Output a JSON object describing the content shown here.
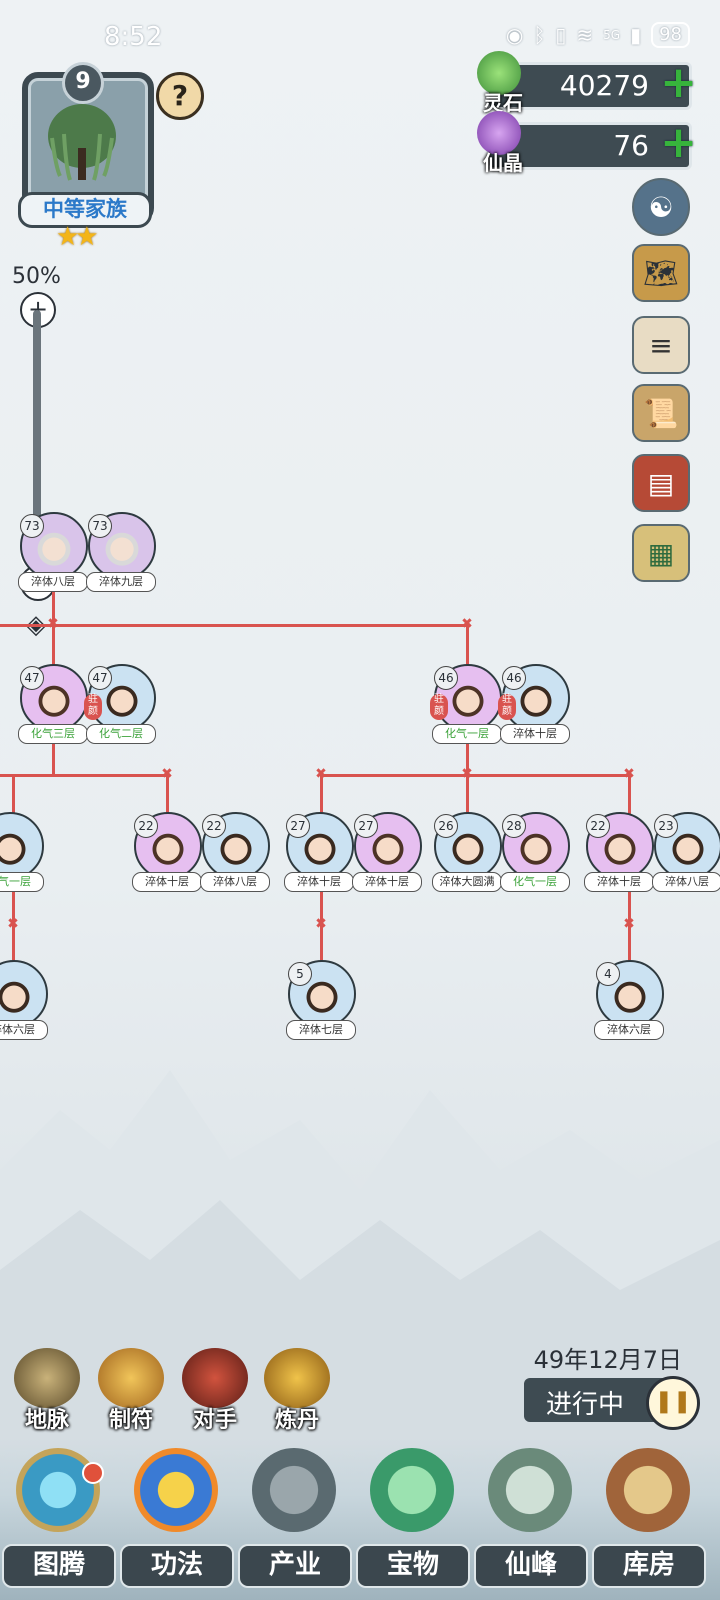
{
  "status_bar": {
    "time": "8:52",
    "network": "5G",
    "battery": "98"
  },
  "crest": {
    "level": "9",
    "name": "中等家族",
    "stars": "★★"
  },
  "help": {
    "label": "?"
  },
  "resources": [
    {
      "name": "灵石",
      "value": "40279"
    },
    {
      "name": "仙晶",
      "value": "76"
    }
  ],
  "zoom": {
    "percent": "50%",
    "in": "+",
    "out": "−"
  },
  "tree": {
    "gen1": [
      {
        "age": "73",
        "rank": "淬体八层"
      },
      {
        "age": "73",
        "rank": "淬体九层"
      }
    ],
    "gen2": [
      {
        "age": "47",
        "rank": "化气三层"
      },
      {
        "age": "47",
        "rank": "化气二层",
        "tag": "驻颜"
      },
      {
        "age": "46",
        "rank": "化气一层",
        "tag": "驻颜"
      },
      {
        "age": "46",
        "rank": "淬体十层",
        "tag": "驻颜"
      }
    ],
    "gen3": [
      {
        "age": "",
        "rank": "化气一层"
      },
      {
        "age": "22",
        "rank": "淬体十层"
      },
      {
        "age": "22",
        "rank": "淬体八层"
      },
      {
        "age": "27",
        "rank": "淬体十层"
      },
      {
        "age": "27",
        "rank": "淬体十层"
      },
      {
        "age": "26",
        "rank": "淬体大圆满"
      },
      {
        "age": "28",
        "rank": "化气一层"
      },
      {
        "age": "22",
        "rank": "淬体十层"
      },
      {
        "age": "23",
        "rank": "淬体八层"
      }
    ],
    "gen4": [
      {
        "age": "",
        "rank": "淬体六层"
      },
      {
        "age": "5",
        "rank": "淬体七层"
      },
      {
        "age": "4",
        "rank": "淬体六层"
      }
    ]
  },
  "date": "49年12月7日",
  "game_status": "进行中",
  "quick_actions": [
    "地脉",
    "制符",
    "对手",
    "炼丹"
  ],
  "nav": [
    "图腾",
    "功法",
    "产业",
    "宝物",
    "仙峰",
    "库房"
  ]
}
